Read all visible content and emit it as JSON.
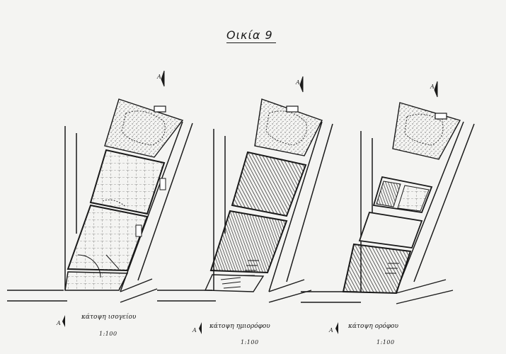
{
  "sheet_title": "Οικία 9",
  "plans": [
    {
      "id": "ground",
      "label": "κάτοψη ισογείου",
      "scale": "1:100",
      "north_mark": "A"
    },
    {
      "id": "mezzanine",
      "label": "κάτοψη ημιορόφου",
      "scale": "1:100",
      "north_mark": "A"
    },
    {
      "id": "upper",
      "label": "κάτοψη ορόφου",
      "scale": "1:100",
      "north_mark": "A"
    }
  ],
  "legend_marks": [
    "A",
    "A",
    "A"
  ],
  "drawing": {
    "ink_color": "#1a1a1a",
    "paper_color": "#f4f4f2",
    "style": "hand-drawn architectural floor plans"
  }
}
